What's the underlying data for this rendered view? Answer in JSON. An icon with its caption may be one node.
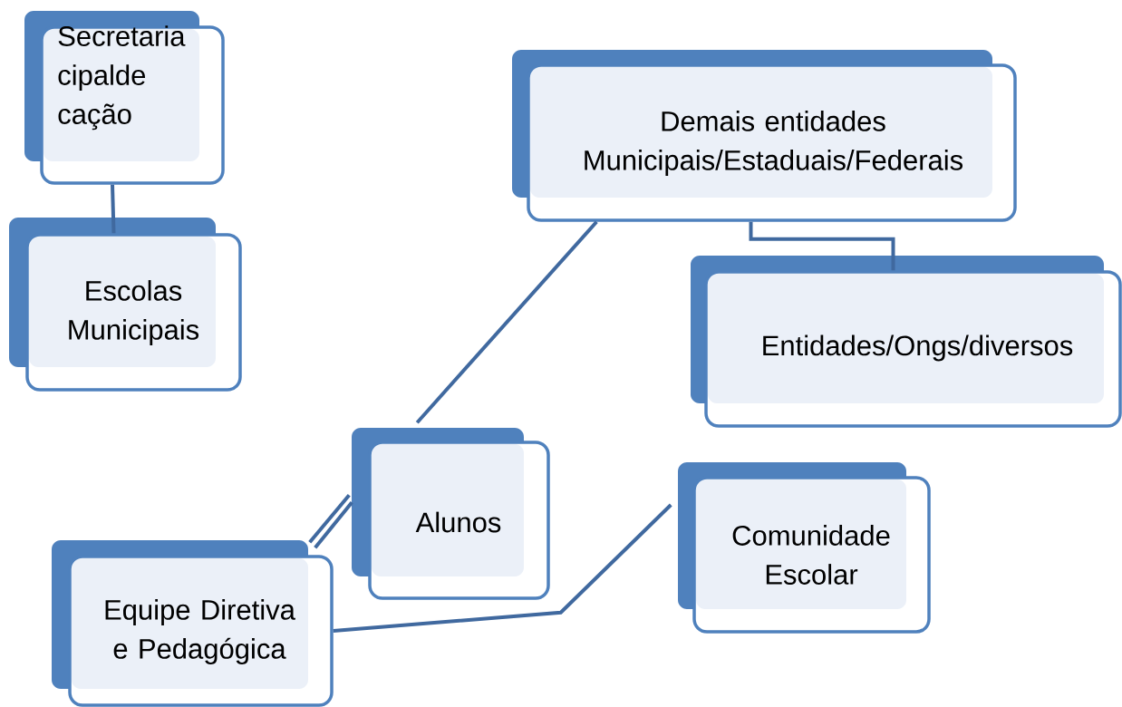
{
  "diagram": {
    "nodes": [
      {
        "text": [
          "Secretaria cipalde cação"
        ]
      },
      {
        "text": [
          "Escolas Municipais"
        ]
      },
      {
        "text": [
          "Demais entidades Municipais/Estaduais/Federais"
        ]
      },
      {
        "text": [
          "Entidades/Ongs/diversos"
        ]
      },
      {
        "text": [
          "Alunos"
        ]
      },
      {
        "text": [
          "Comunidade Escolar"
        ]
      },
      {
        "text": [
          "Equipe Diretiva e Pedagógica"
        ]
      }
    ],
    "edges": [
      {
        "from": 0,
        "to": 1,
        "arrow": "none"
      },
      {
        "from": 2,
        "to": 3,
        "arrow": "none"
      },
      {
        "from": 4,
        "to": 2,
        "arrow": "none"
      },
      {
        "from": 6,
        "to": 4,
        "arrow": "none"
      },
      {
        "from": 6,
        "to": 4,
        "arrow": "none"
      },
      {
        "from": 6,
        "to": 5,
        "arrow": "none"
      }
    ]
  }
}
